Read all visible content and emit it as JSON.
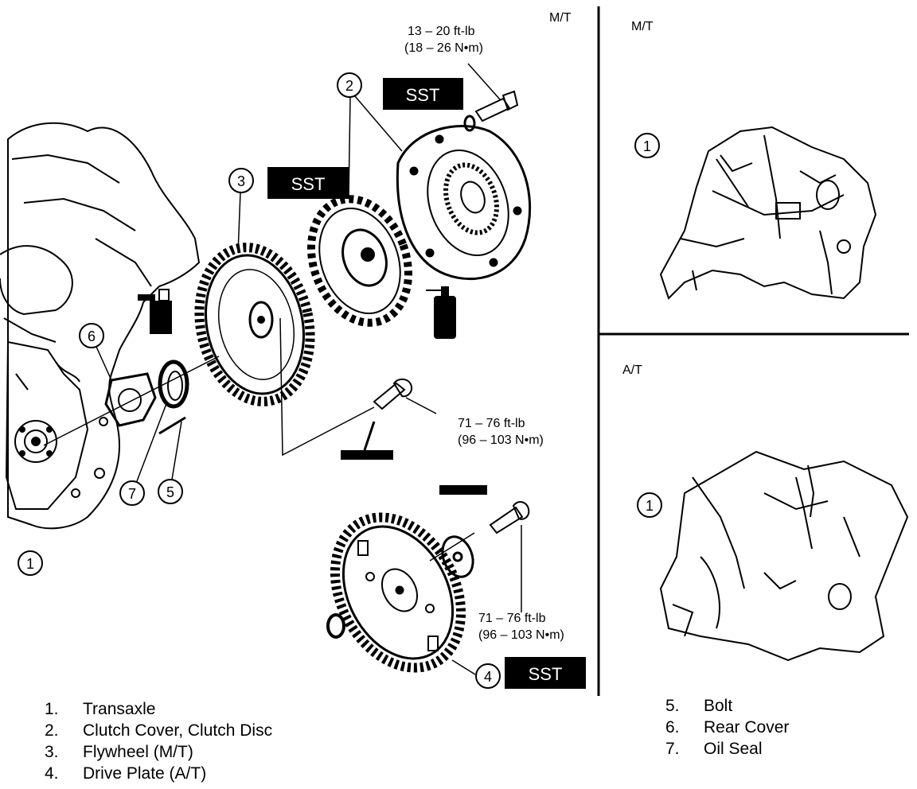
{
  "header": {
    "mt_label_top": "M/T",
    "mt_label": "M/T",
    "at_label": "A/T"
  },
  "torque": {
    "cover_bolt": {
      "ftlb": "13 – 20 ft-lb",
      "nm": "(18 – 26 N•m)"
    },
    "flywheel_bolt": {
      "ftlb": "71 – 76 ft-lb",
      "nm": "(96 – 103 N•m)"
    },
    "driveplate_bolt": {
      "ftlb": "71 – 76 ft-lb",
      "nm": "(96 – 103 N•m)"
    }
  },
  "sst_label": "SST",
  "callouts": {
    "c1": "1",
    "c2": "2",
    "c3": "3",
    "c4": "4",
    "c5": "5",
    "c6": "6",
    "c7": "7",
    "mt1": "1",
    "at1": "1"
  },
  "legend": {
    "left": [
      {
        "num": "1.",
        "label": "Transaxle"
      },
      {
        "num": "2.",
        "label": "Clutch Cover, Clutch Disc"
      },
      {
        "num": "3.",
        "label": "Flywheel (M/T)"
      },
      {
        "num": "4.",
        "label": "Drive Plate (A/T)"
      }
    ],
    "right": [
      {
        "num": "5.",
        "label": "Bolt"
      },
      {
        "num": "6.",
        "label": "Rear Cover"
      },
      {
        "num": "7.",
        "label": "Oil Seal"
      }
    ]
  }
}
